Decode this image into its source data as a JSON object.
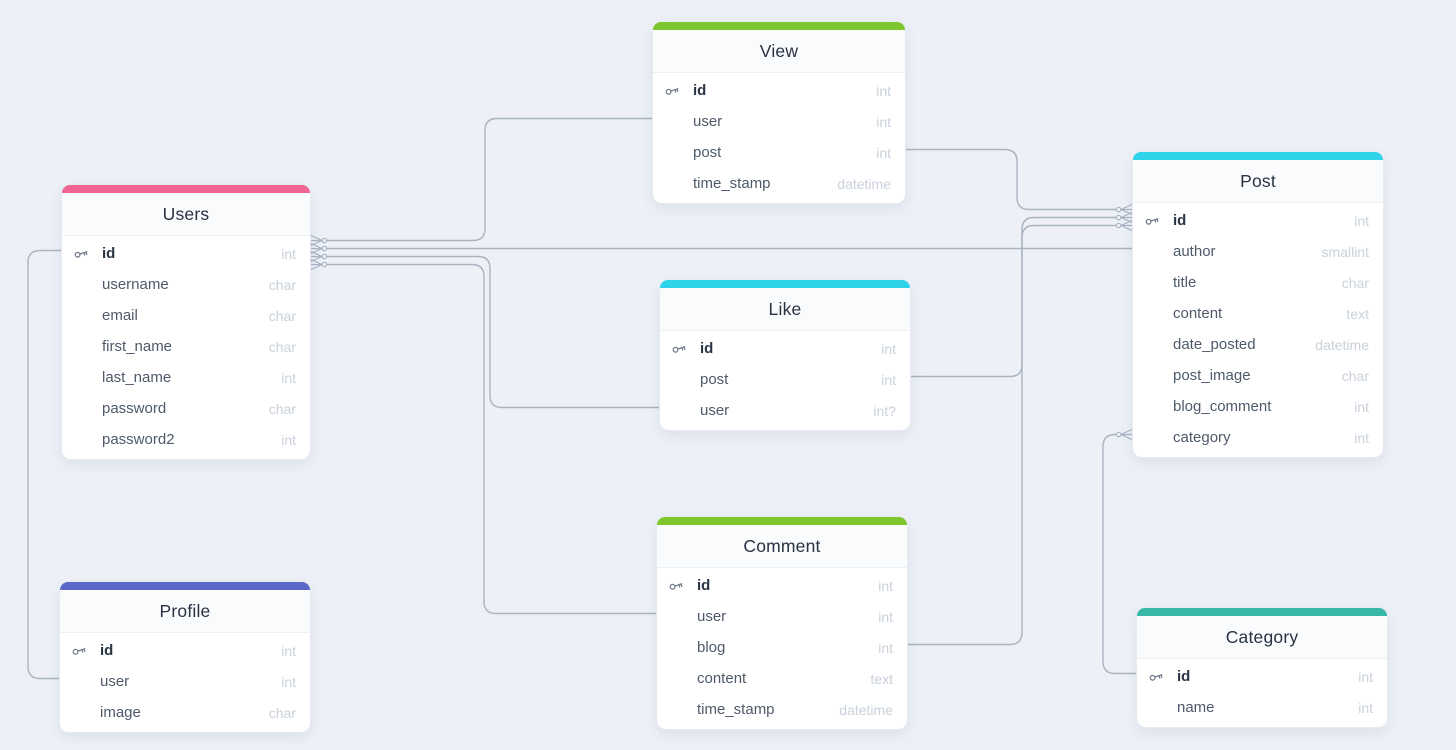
{
  "diagram": {
    "background_color": "#edf1f7",
    "line_color": "#a9b3c2",
    "card_background": "#ffffff",
    "title_text_color": "#273242",
    "field_text_color": "#4e5a6a",
    "type_text_color": "#c9d1db"
  },
  "tables": [
    {
      "name": "View",
      "accent_color": "#7dc62e",
      "fields": [
        {
          "name": "id",
          "type": "int",
          "primary_key": true
        },
        {
          "name": "user",
          "type": "int",
          "primary_key": false
        },
        {
          "name": "post",
          "type": "int",
          "primary_key": false
        },
        {
          "name": "time_stamp",
          "type": "datetime",
          "primary_key": false
        }
      ]
    },
    {
      "name": "Users",
      "accent_color": "#ef6492",
      "fields": [
        {
          "name": "id",
          "type": "int",
          "primary_key": true
        },
        {
          "name": "username",
          "type": "char",
          "primary_key": false
        },
        {
          "name": "email",
          "type": "char",
          "primary_key": false
        },
        {
          "name": "first_name",
          "type": "char",
          "primary_key": false
        },
        {
          "name": "last_name",
          "type": "int",
          "primary_key": false
        },
        {
          "name": "password",
          "type": "char",
          "primary_key": false
        },
        {
          "name": "password2",
          "type": "int",
          "primary_key": false
        }
      ]
    },
    {
      "name": "Like",
      "accent_color": "#2ed3e9",
      "fields": [
        {
          "name": "id",
          "type": "int",
          "primary_key": true
        },
        {
          "name": "post",
          "type": "int",
          "primary_key": false
        },
        {
          "name": "user",
          "type": "int?",
          "primary_key": false
        }
      ]
    },
    {
      "name": "Comment",
      "accent_color": "#7dc62e",
      "fields": [
        {
          "name": "id",
          "type": "int",
          "primary_key": true
        },
        {
          "name": "user",
          "type": "int",
          "primary_key": false
        },
        {
          "name": "blog",
          "type": "int",
          "primary_key": false
        },
        {
          "name": "content",
          "type": "text",
          "primary_key": false
        },
        {
          "name": "time_stamp",
          "type": "datetime",
          "primary_key": false
        }
      ]
    },
    {
      "name": "Post",
      "accent_color": "#2ed3e9",
      "fields": [
        {
          "name": "id",
          "type": "int",
          "primary_key": true
        },
        {
          "name": "author",
          "type": "smallint",
          "primary_key": false
        },
        {
          "name": "title",
          "type": "char",
          "primary_key": false
        },
        {
          "name": "content",
          "type": "text",
          "primary_key": false
        },
        {
          "name": "date_posted",
          "type": "datetime",
          "primary_key": false
        },
        {
          "name": "post_image",
          "type": "char",
          "primary_key": false
        },
        {
          "name": "blog_comment",
          "type": "int",
          "primary_key": false
        },
        {
          "name": "category",
          "type": "int",
          "primary_key": false
        }
      ]
    },
    {
      "name": "Profile",
      "accent_color": "#5b68c7",
      "fields": [
        {
          "name": "id",
          "type": "int",
          "primary_key": true
        },
        {
          "name": "user",
          "type": "int",
          "primary_key": false
        },
        {
          "name": "image",
          "type": "char",
          "primary_key": false
        }
      ]
    },
    {
      "name": "Category",
      "accent_color": "#39b7a6",
      "fields": [
        {
          "name": "id",
          "type": "int",
          "primary_key": true
        },
        {
          "name": "name",
          "type": "int",
          "primary_key": false
        }
      ]
    }
  ],
  "connections": [
    {
      "from": "View.user",
      "to": "Users.id"
    },
    {
      "from": "Post.author",
      "to": "Users.id"
    },
    {
      "from": "Like.user",
      "to": "Users.id"
    },
    {
      "from": "Comment.user",
      "to": "Users.id"
    },
    {
      "from": "Profile.user",
      "to": "Users.id"
    },
    {
      "from": "View.post",
      "to": "Post.id"
    },
    {
      "from": "Like.post",
      "to": "Post.id"
    },
    {
      "from": "Comment.blog",
      "to": "Post.id"
    },
    {
      "from": "Post.category",
      "to": "Category.id"
    }
  ]
}
